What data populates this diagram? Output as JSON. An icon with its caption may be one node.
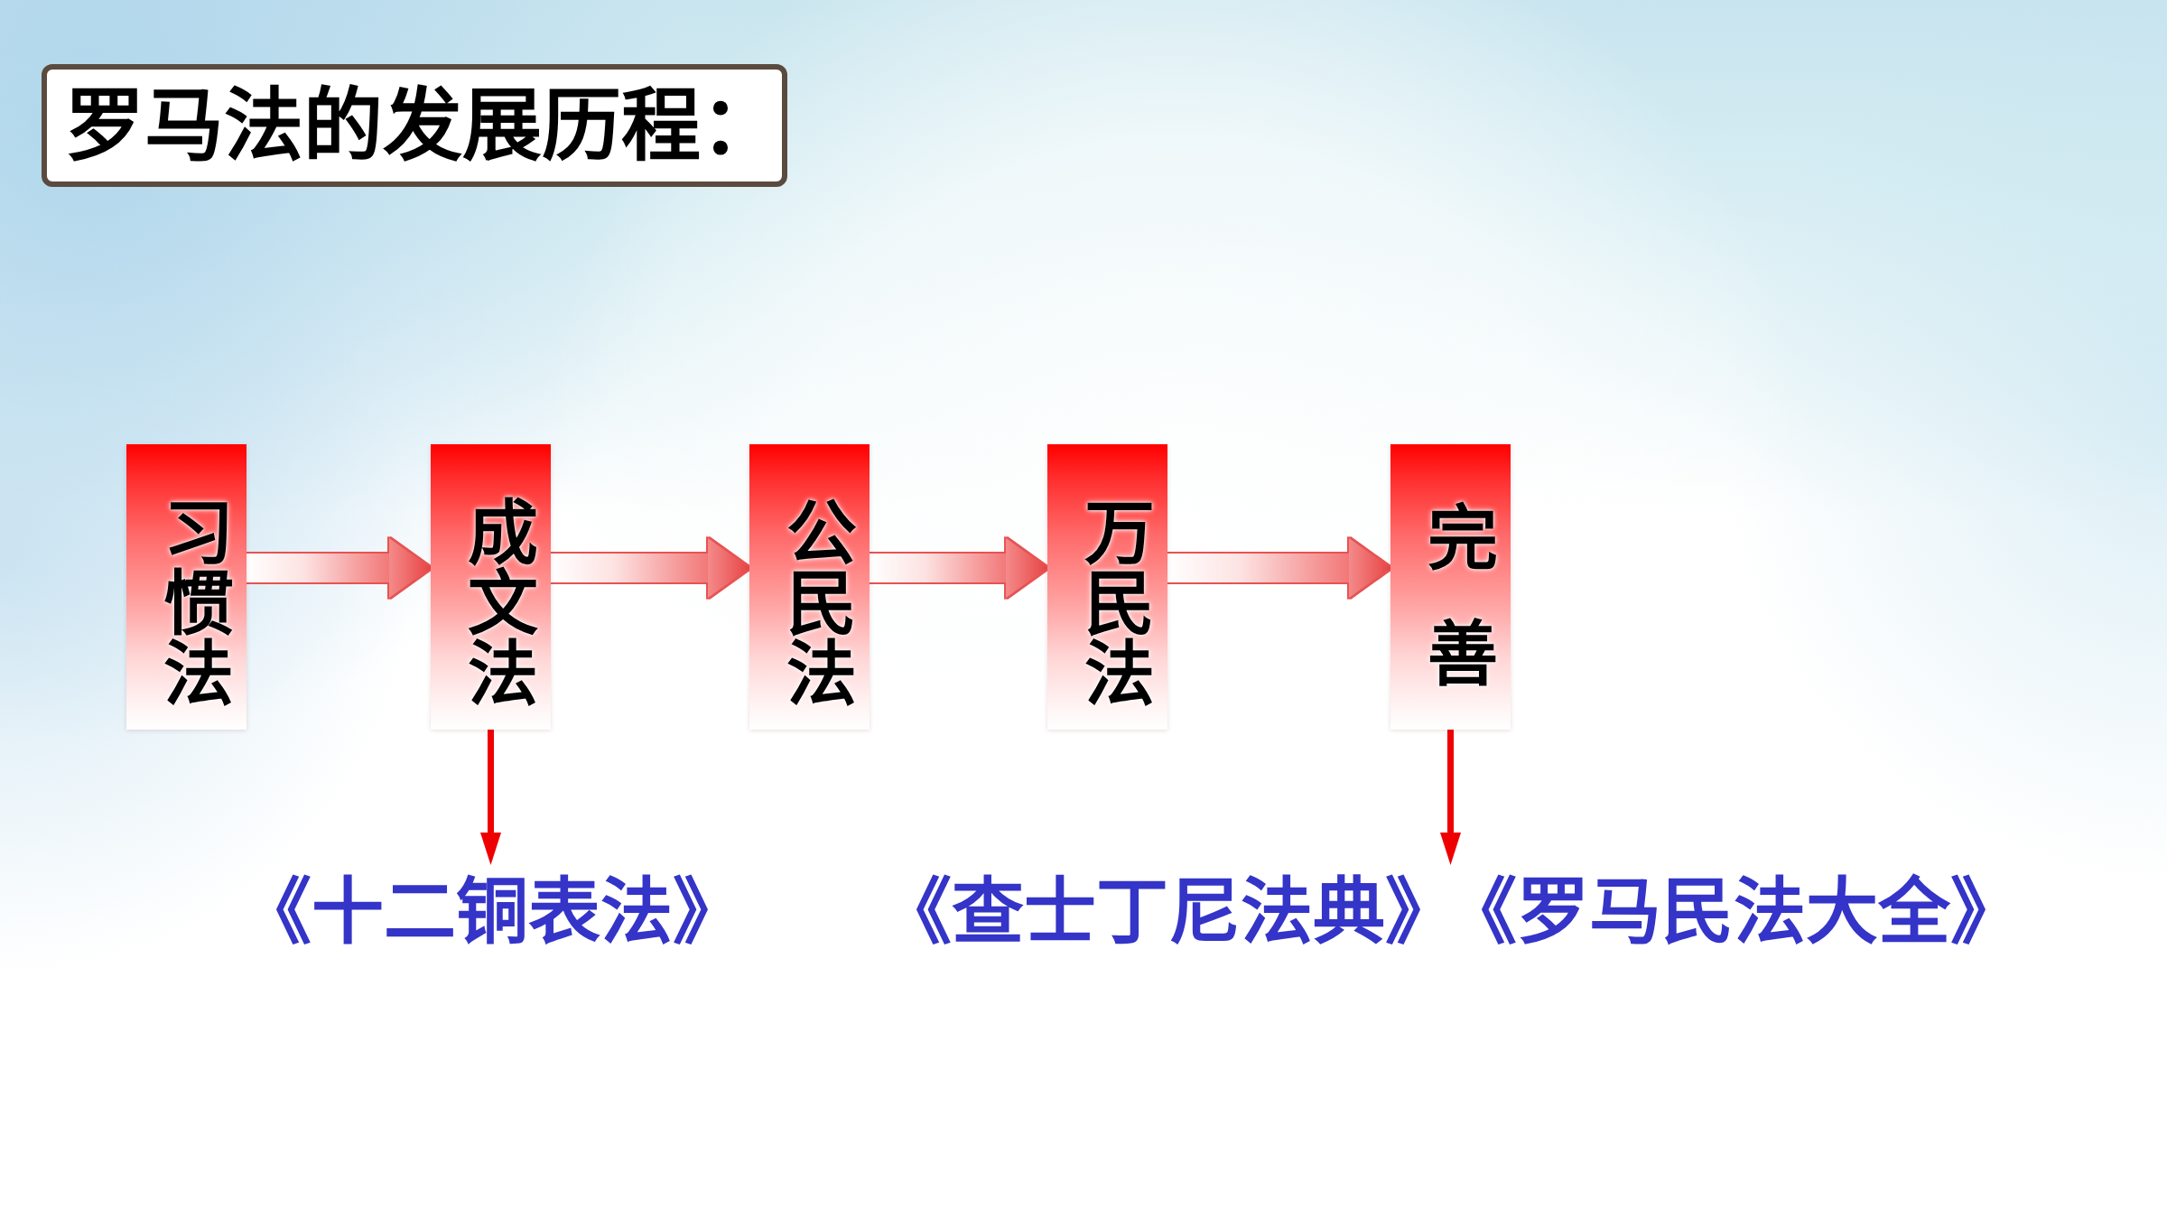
{
  "diagram": {
    "title": "罗马法的发展历程：",
    "nodes": [
      {
        "text": [
          "习惯法"
        ]
      },
      {
        "text": [
          "成文法"
        ]
      },
      {
        "text": [
          "公民法"
        ]
      },
      {
        "text": [
          "万民法"
        ]
      },
      {
        "text": [
          "完善"
        ]
      },
      {
        "text": [
          "《十二铜表法》"
        ]
      },
      {
        "text": [
          "《查士丁尼法典》",
          "《罗马民法大全》"
        ]
      }
    ],
    "edges": [
      {
        "from": 0,
        "to": 1,
        "arrow": "to",
        "style": "thick"
      },
      {
        "from": 1,
        "to": 2,
        "arrow": "to",
        "style": "thick"
      },
      {
        "from": 2,
        "to": 3,
        "arrow": "to",
        "style": "thick"
      },
      {
        "from": 3,
        "to": 4,
        "arrow": "to",
        "style": "thick"
      },
      {
        "from": 1,
        "to": 5,
        "arrow": "to"
      },
      {
        "from": 4,
        "to": 6,
        "arrow": "to"
      }
    ]
  }
}
